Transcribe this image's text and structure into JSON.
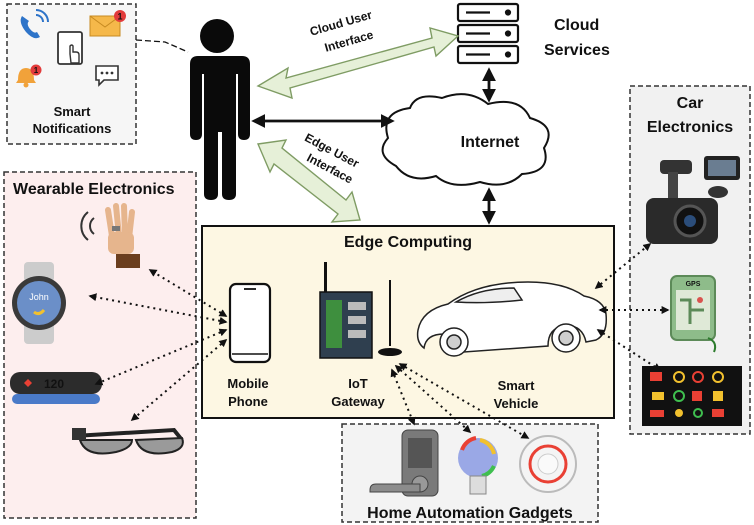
{
  "person": {
    "icon": "person-silhouette-icon"
  },
  "smart_notifications": {
    "line1": "Smart",
    "line2": "Notifications",
    "email_badge": "1",
    "bell_badge": "1"
  },
  "cloud_services": {
    "line1": "Cloud",
    "line2": "Services"
  },
  "cloud_user_interface": {
    "line1": "Cloud User",
    "line2": "Interface"
  },
  "edge_user_interface": {
    "line1": "Edge User",
    "line2": "Interface"
  },
  "internet": {
    "label": "Internet"
  },
  "car_electronics": {
    "line1": "Car",
    "line2": "Electronics",
    "gps_label": "GPS"
  },
  "wearable_electronics": {
    "title": "Wearable Electronics",
    "watch_text": "John",
    "band_text": "120"
  },
  "edge_computing": {
    "title": "Edge Computing",
    "mobile_phone": {
      "line1": "Mobile",
      "line2": "Phone"
    },
    "iot_gateway": {
      "line1": "IoT",
      "line2": "Gateway"
    },
    "smart_vehicle": {
      "line1": "Smart",
      "line2": "Vehicle"
    }
  },
  "home_automation": {
    "title": "Home Automation Gadgets"
  },
  "colors": {
    "wearable_bg": "#fdeeee",
    "edge_bg": "#fdf7e3",
    "car_bg": "#f1f1f1",
    "home_bg": "#f3f3f3",
    "arrow_green": "#e6f0d8"
  }
}
